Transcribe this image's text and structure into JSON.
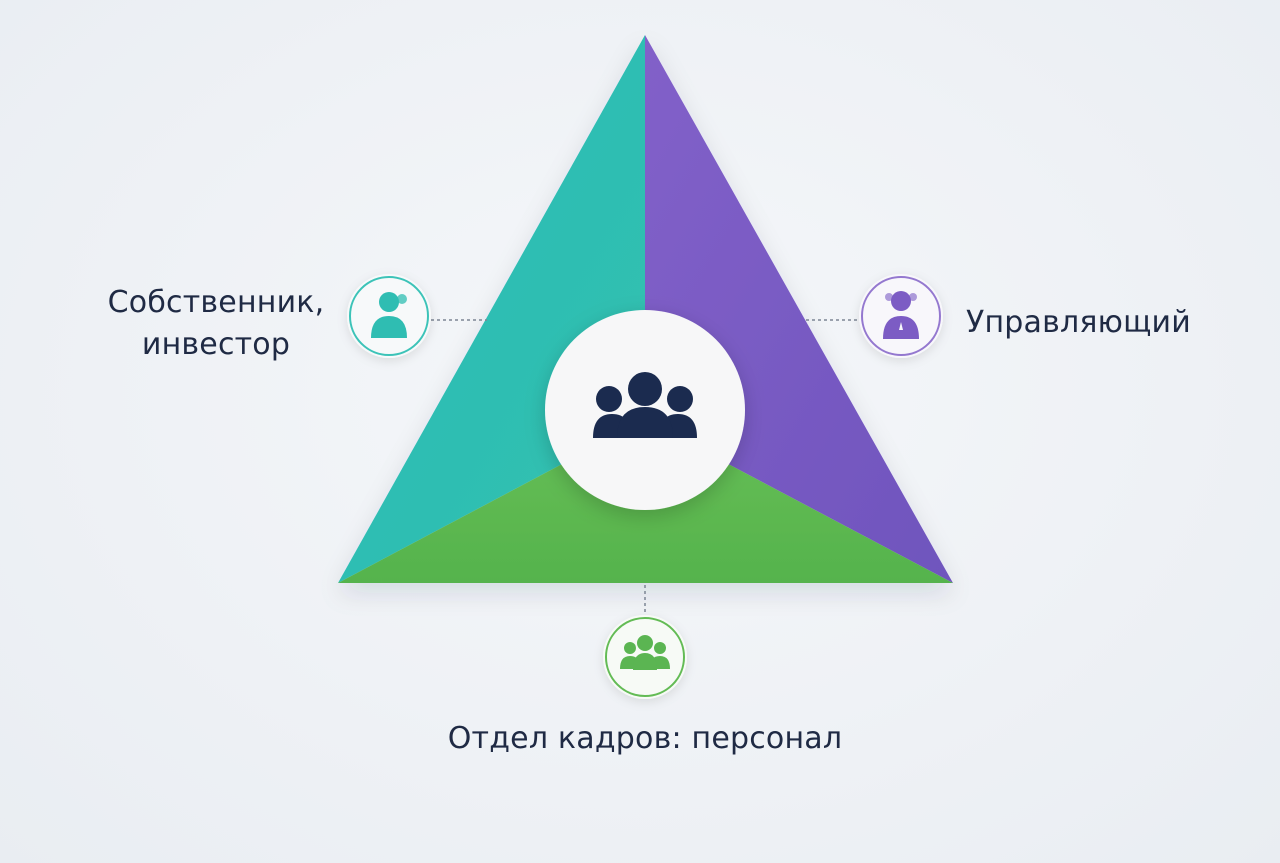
{
  "diagram": {
    "roles": {
      "owner": {
        "label_line1": "Собственник,",
        "label_line2": "инвестор",
        "icon": "person-user-icon",
        "color": "#2fbfb5"
      },
      "manager": {
        "label": "Управляющий",
        "icon": "person-user-icon",
        "color": "#7c5cc4"
      },
      "hr": {
        "label": "Отдел кадров: персонал",
        "icon": "group-users-icon",
        "color": "#5bb552"
      }
    },
    "center": {
      "icon": "group-users-icon",
      "color": "#1b2b4f"
    },
    "segments": {
      "teal": "#2fbdb6",
      "purple": "#7a5bc2",
      "green": "#5cb84f"
    }
  }
}
